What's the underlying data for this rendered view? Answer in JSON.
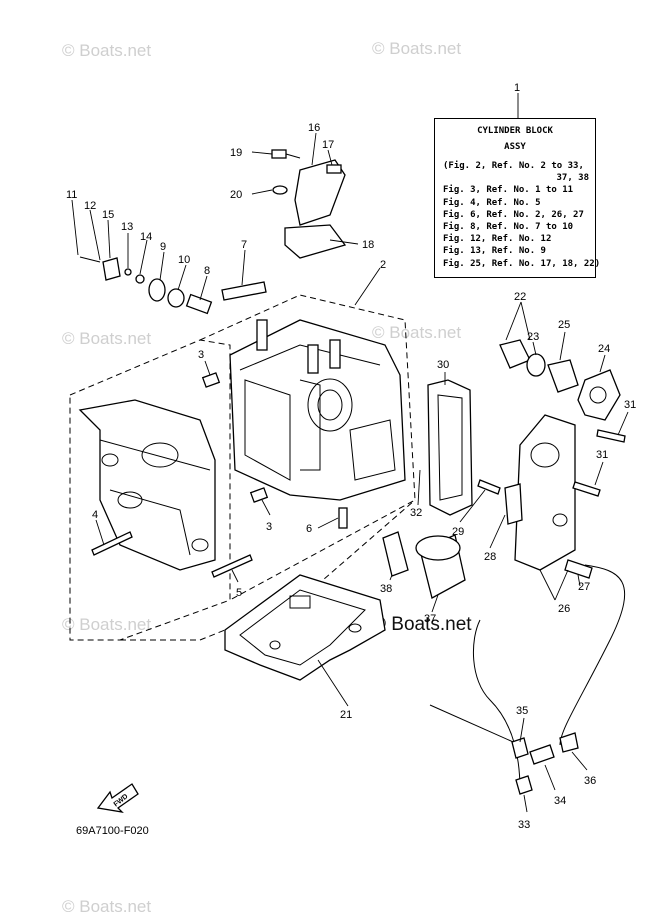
{
  "watermarks": [
    "© Boats.net",
    "© Boats.net",
    "© Boats.net",
    "© Boats.net",
    "© Boats.net",
    "© Boats.net"
  ],
  "watermark_center": "© Boats.net",
  "info_box": {
    "callout": "1",
    "title_line1": "CYLINDER BLOCK",
    "title_line2": "ASSY",
    "lines": [
      "(Fig. 2, Ref. No. 2 to 33,",
      "37, 38",
      "Fig. 3, Ref. No. 1 to 11",
      "Fig. 4, Ref. No. 5",
      "Fig. 6, Ref. No. 2, 26, 27",
      "Fig. 8, Ref. No. 7 to 10",
      "Fig. 12, Ref. No. 12",
      "Fig. 13, Ref. No. 9",
      "Fig. 25, Ref. No. 17, 18, 22)"
    ]
  },
  "callouts": [
    "2",
    "3",
    "3",
    "4",
    "5",
    "6",
    "7",
    "8",
    "9",
    "10",
    "11",
    "12",
    "13",
    "14",
    "15",
    "16",
    "17",
    "18",
    "19",
    "20",
    "21",
    "22",
    "23",
    "24",
    "25",
    "26",
    "27",
    "28",
    "29",
    "30",
    "31",
    "31",
    "32",
    "33",
    "34",
    "35",
    "36",
    "37",
    "38"
  ],
  "fwd_label": "FWD",
  "diagram_code": "69A7100-F020"
}
